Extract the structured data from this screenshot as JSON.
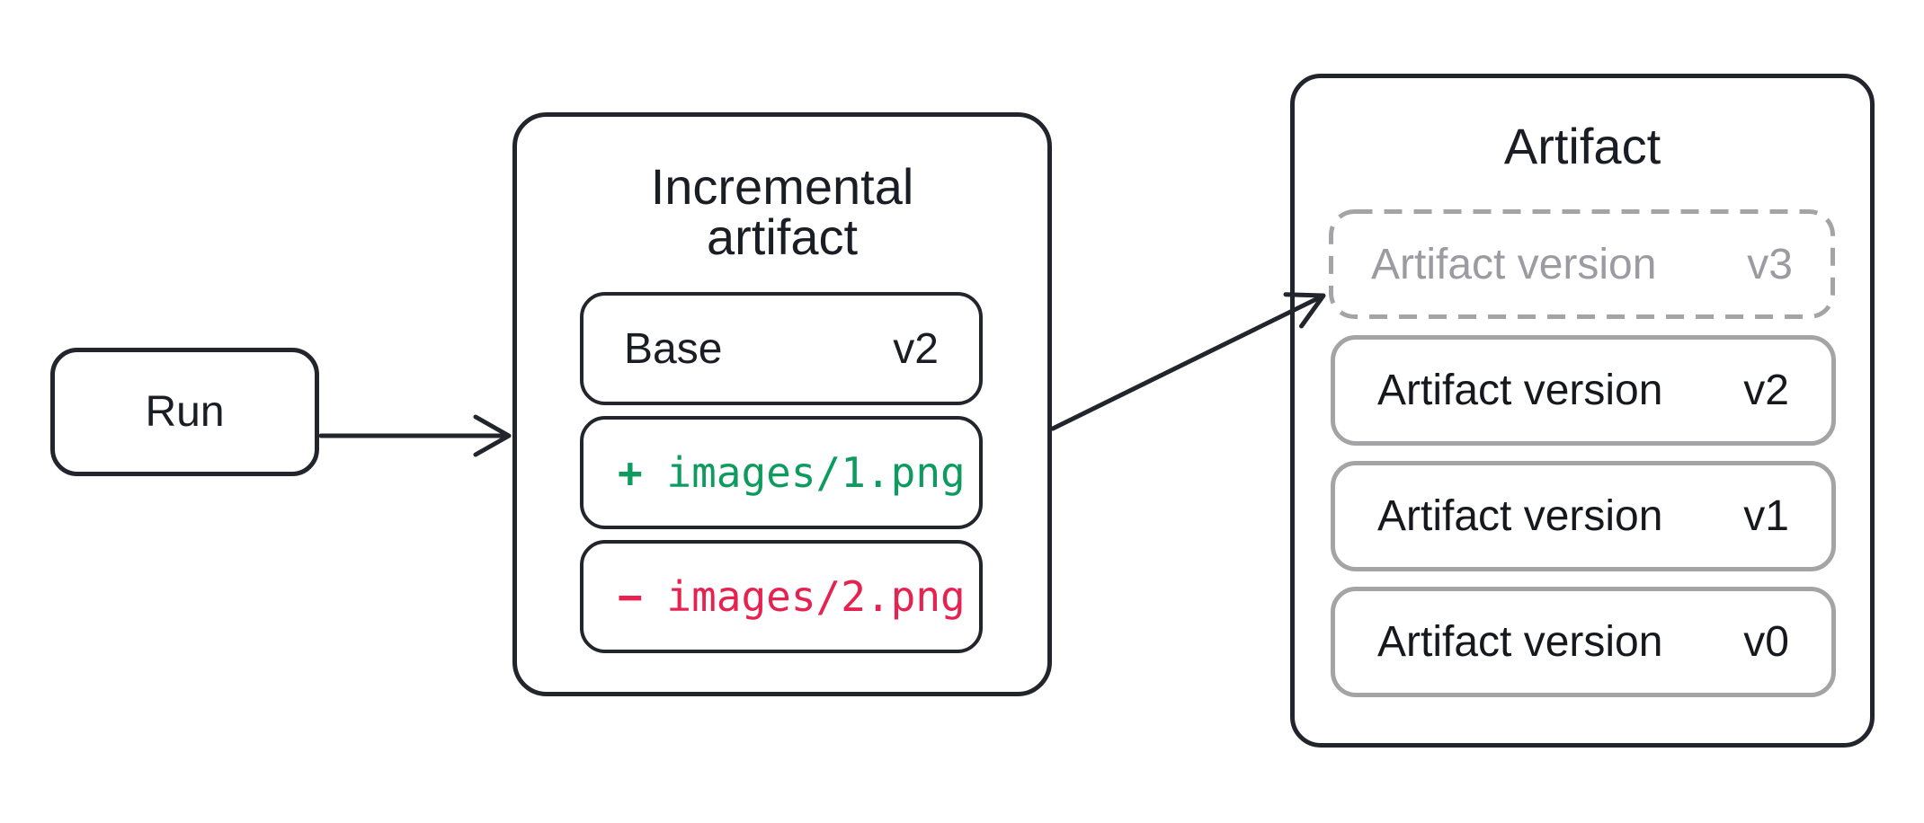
{
  "colors": {
    "ink": "#22252c",
    "text": "#1a1d24",
    "muted_text": "#9b9ba1",
    "muted_border": "#a4a4a6",
    "green": "#0e9b5f",
    "red": "#e62350"
  },
  "run": {
    "label": "Run"
  },
  "incremental": {
    "title_line1": "Incremental",
    "title_line2": "artifact",
    "base": {
      "label": "Base",
      "version": "v2"
    },
    "added": {
      "sign": "+",
      "path": "images/1.png"
    },
    "removed": {
      "sign": "−",
      "path": "images/2.png"
    }
  },
  "artifact": {
    "title": "Artifact",
    "versions": [
      {
        "label": "Artifact version",
        "version": "v3",
        "style": "dashed"
      },
      {
        "label": "Artifact version",
        "version": "v2",
        "style": "solid"
      },
      {
        "label": "Artifact version",
        "version": "v1",
        "style": "solid"
      },
      {
        "label": "Artifact version",
        "version": "v0",
        "style": "solid"
      }
    ]
  }
}
